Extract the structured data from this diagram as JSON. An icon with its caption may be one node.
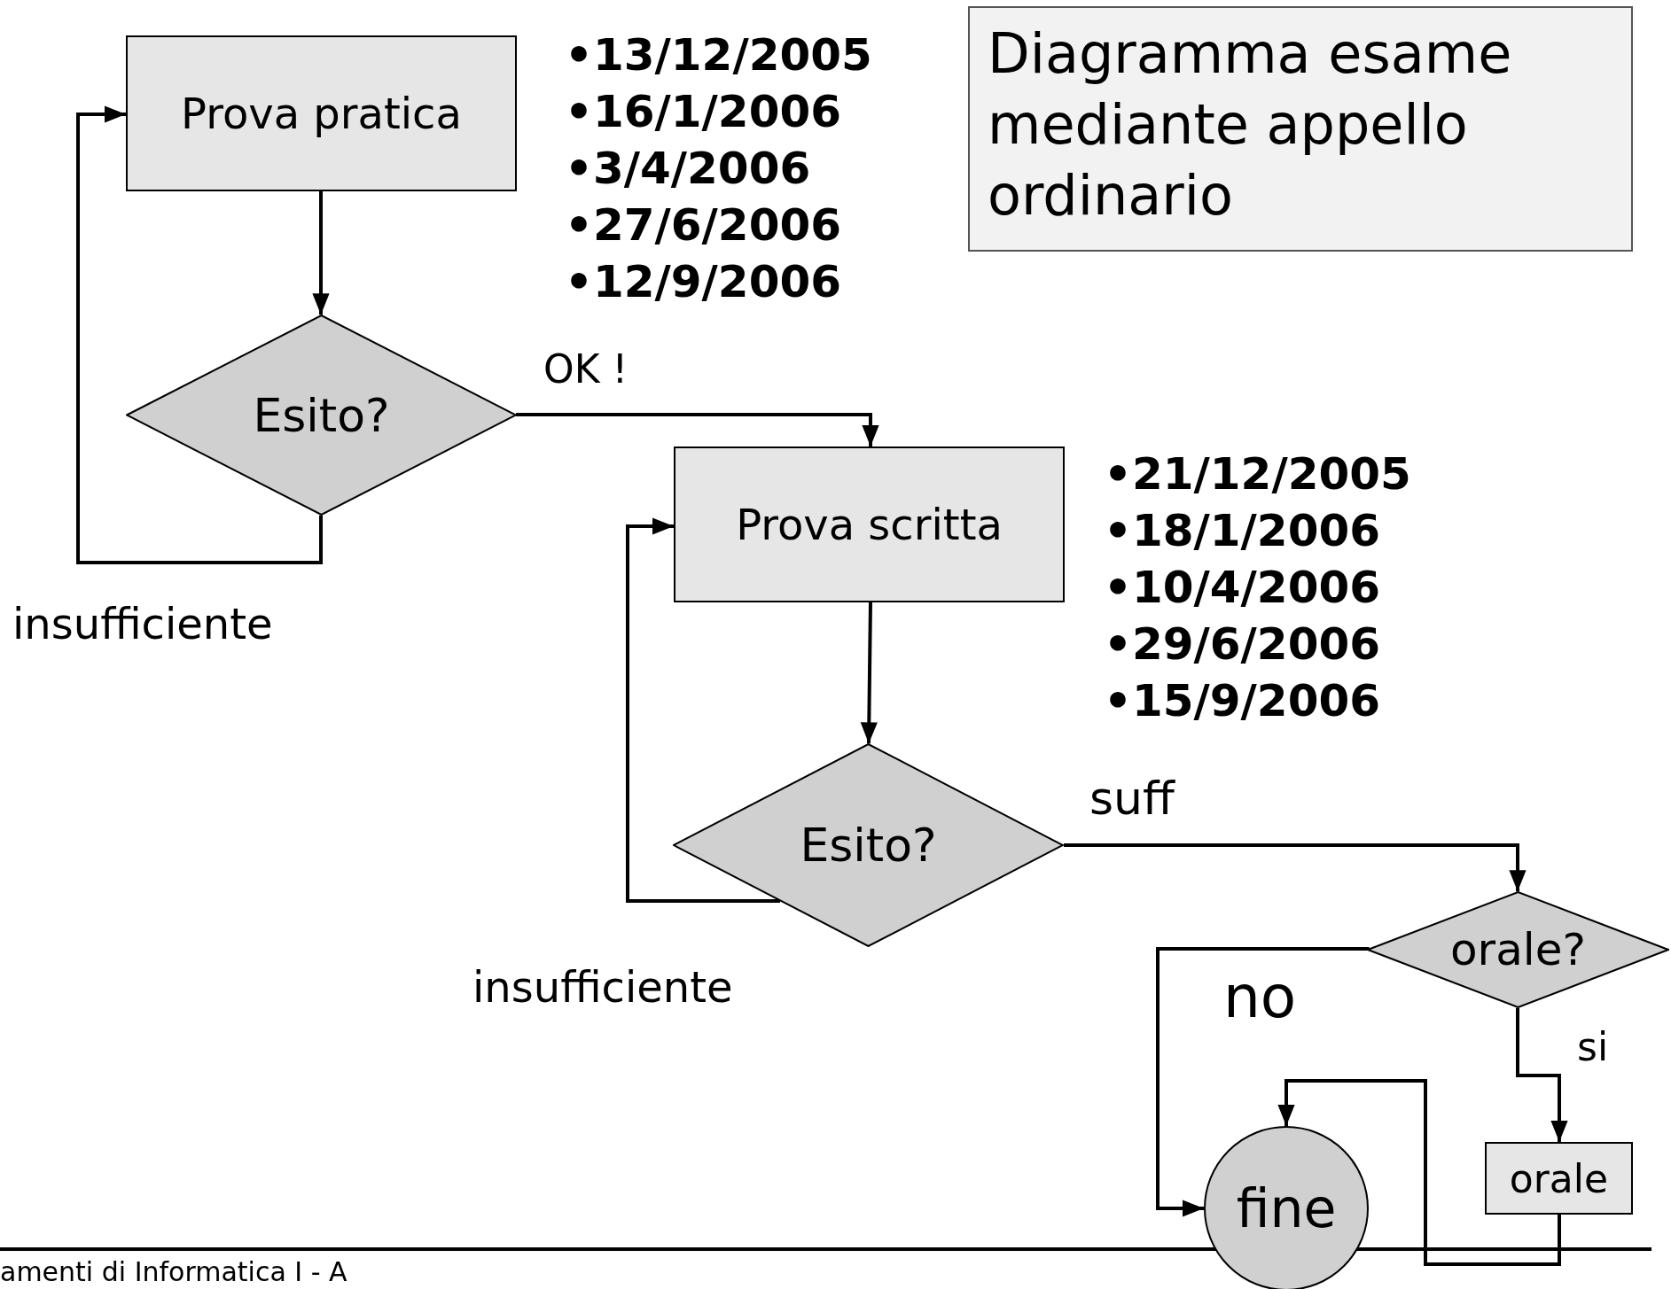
{
  "diagram": {
    "title": "Diagramma esame mediante appello ordinario",
    "nodes": [
      {
        "text": [
          "Prova pratica"
        ],
        "beside": [
          "•13/12/2005",
          "•16/1/2006",
          "•3/4/2006",
          "•27/6/2006",
          "•12/9/2006"
        ]
      },
      {
        "text": [
          "Esito?"
        ]
      },
      {
        "text": [
          "Prova scritta"
        ],
        "beside": [
          "•21/12/2005",
          "•18/1/2006",
          "•10/4/2006",
          "•29/6/2006",
          "•15/9/2006"
        ]
      },
      {
        "text": [
          "Esito?"
        ]
      },
      {
        "text": [
          "orale?"
        ]
      },
      {
        "text": [
          "fine"
        ]
      },
      {
        "text": [
          "orale"
        ]
      }
    ],
    "edges": [
      {
        "from": 0,
        "to": 1,
        "arrow": "to"
      },
      {
        "from": 1,
        "to": 0,
        "arrow": "to",
        "label": "insufficiente"
      },
      {
        "from": 1,
        "to": 2,
        "arrow": "to",
        "label": "OK !"
      },
      {
        "from": 2,
        "to": 3,
        "arrow": "to"
      },
      {
        "from": 3,
        "to": 2,
        "arrow": "to",
        "label": "insufficiente"
      },
      {
        "from": 3,
        "to": 4,
        "arrow": "to",
        "label": "suff"
      },
      {
        "from": 4,
        "to": 5,
        "arrow": "to",
        "label": "no"
      },
      {
        "from": 4,
        "to": 6,
        "arrow": "to",
        "label": "si"
      },
      {
        "from": 6,
        "to": 5,
        "arrow": "to"
      }
    ],
    "labels": [
      "amenti di Informatica I - A"
    ]
  }
}
